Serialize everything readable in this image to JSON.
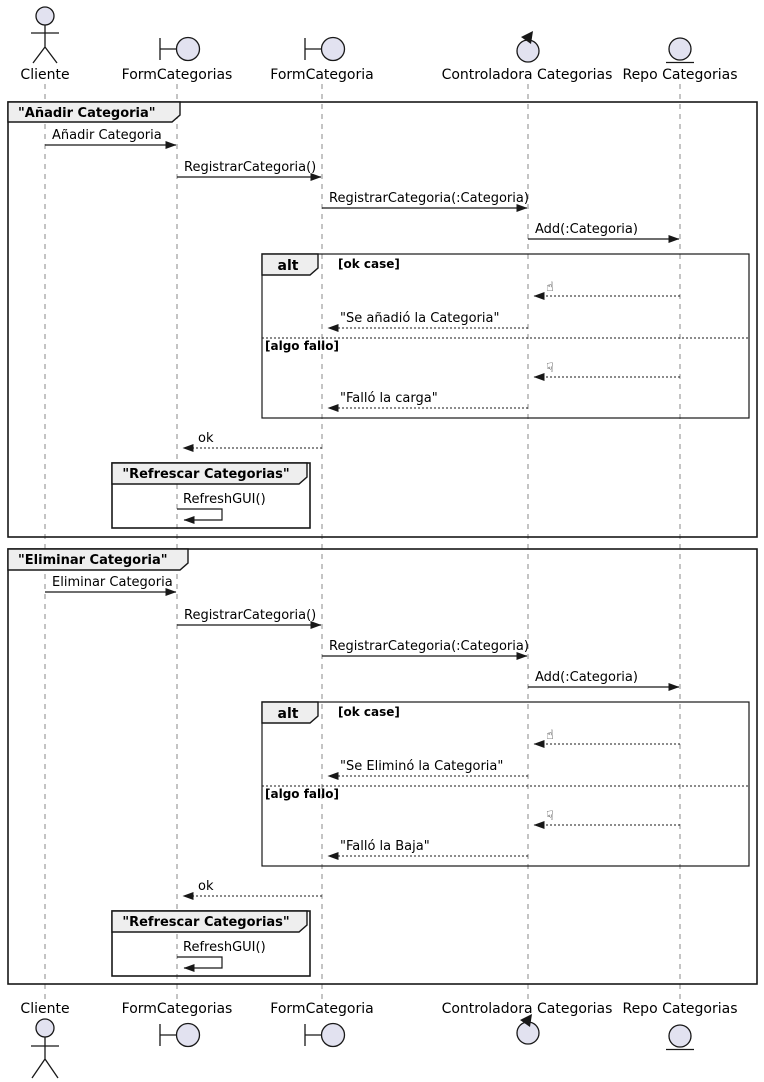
{
  "participants": [
    {
      "name": "Cliente",
      "icon": "actor"
    },
    {
      "name": "FormCategorias",
      "icon": "boundary"
    },
    {
      "name": "FormCategoria",
      "icon": "boundary"
    },
    {
      "name": "Controladora Categorias",
      "icon": "control"
    },
    {
      "name": "Repo Categorias",
      "icon": "entity"
    }
  ],
  "f1": {
    "title": "\"Añadir Categoria\"",
    "m1": "Añadir Categoria",
    "m2": "RegistrarCategoria()",
    "m3": "RegistrarCategoria(:Categoria)",
    "m4": "Add(:Categoria)",
    "alt": {
      "op": "alt",
      "guard_ok": "[ok case]",
      "up": "☝",
      "reply_ok": "\"Se añadió la Categoria\"",
      "guard_fail": "[algo fallo]",
      "down": "☟",
      "reply_fail": "\"Falló la carga\""
    },
    "ret": "ok",
    "sub": {
      "title": "\"Refrescar Categorias\"",
      "msg": "RefreshGUI()"
    }
  },
  "f2": {
    "title": "\"Eliminar Categoria\"",
    "m1": "Eliminar Categoria",
    "m2": "RegistrarCategoria()",
    "m3": "RegistrarCategoria(:Categoria)",
    "m4": "Add(:Categoria)",
    "alt": {
      "op": "alt",
      "guard_ok": "[ok case]",
      "up": "☝",
      "reply_ok": "\"Se Eliminó la Categoria\"",
      "guard_fail": "[algo fallo]",
      "down": "☟",
      "reply_fail": "\"Falló la Baja\""
    },
    "ret": "ok",
    "sub": {
      "title": "\"Refrescar Categorias\"",
      "msg": "RefreshGUI()"
    }
  },
  "colors": {
    "participant_fill": "#E2E2F0",
    "frame_header_fill": "#EEEEEE",
    "line": "#181818",
    "lifeline": "#888888",
    "background": "#FFFFFF"
  }
}
